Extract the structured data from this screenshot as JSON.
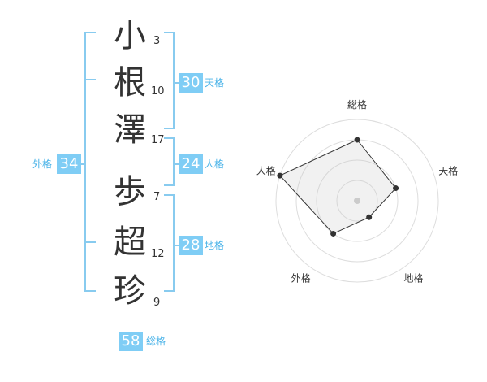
{
  "name_chars": [
    {
      "char": "小",
      "strokes": "3"
    },
    {
      "char": "根",
      "strokes": "10"
    },
    {
      "char": "澤",
      "strokes": "17"
    },
    {
      "char": "歩",
      "strokes": "7"
    },
    {
      "char": "超",
      "strokes": "12"
    },
    {
      "char": "珍",
      "strokes": "9"
    }
  ],
  "grades": {
    "tenkaku": {
      "label": "天格",
      "value": "30"
    },
    "jinkaku": {
      "label": "人格",
      "value": "24"
    },
    "chikaku": {
      "label": "地格",
      "value": "28"
    },
    "gaikaku": {
      "label": "外格",
      "value": "34"
    },
    "soukaku": {
      "label": "総格",
      "value": "58"
    }
  },
  "colors": {
    "accent": "#7fcdf5",
    "accent_text": "#4ab3e8",
    "bracket": "#88cbef"
  },
  "radar": {
    "axes": [
      "総格",
      "天格",
      "地格",
      "外格",
      "人格"
    ],
    "levels": 4,
    "values": [
      3.0,
      2.0,
      1.0,
      2.0,
      4.0
    ],
    "max": 4
  }
}
